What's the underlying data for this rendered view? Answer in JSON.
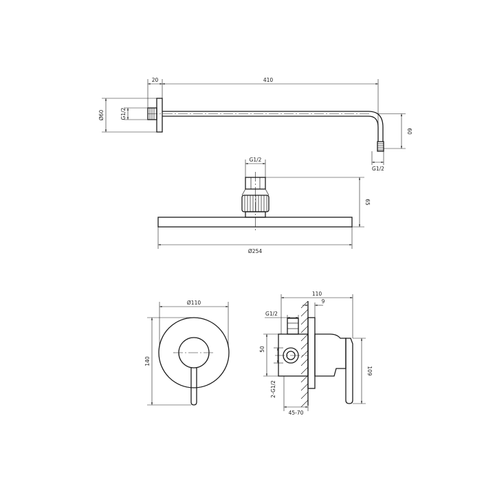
{
  "shower_arm": {
    "dim_flange_thickness": "20",
    "dim_arm_length": "410",
    "dim_flange_diameter": "Ø60",
    "dim_inlet_thread": "G1/2",
    "dim_drop_height": "60",
    "dim_outlet_thread": "G1/2"
  },
  "shower_head": {
    "dim_inlet_thread": "G1/2",
    "dim_height": "65",
    "dim_diameter": "Ø254"
  },
  "valve_front": {
    "dim_plate_diameter": "Ø110",
    "dim_overall_height": "140"
  },
  "valve_side": {
    "dim_overall_depth": "110",
    "dim_plate_thickness": "9",
    "dim_body_thread": "G1/2",
    "dim_body_size": "50",
    "dim_connections": "2-G1/2",
    "dim_handle_height": "109",
    "dim_install_depth": "45-70"
  }
}
